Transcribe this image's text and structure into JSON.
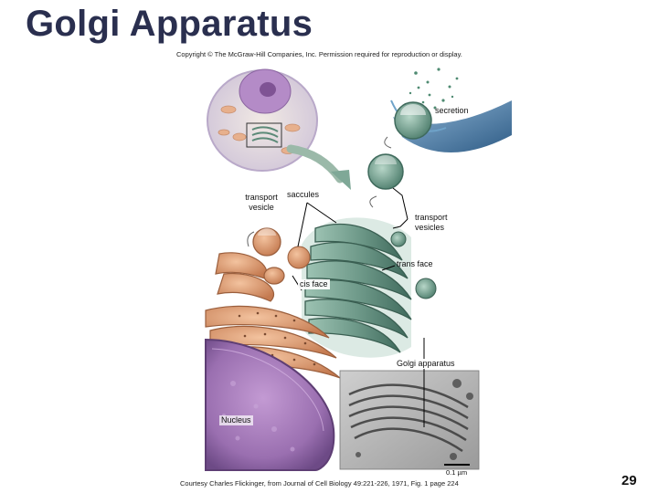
{
  "slide": {
    "title": "Golgi Apparatus",
    "copyright": "Copyright © The McGraw-Hill Companies, Inc. Permission required for reproduction or display.",
    "credit": "Courtesy Charles Flickinger, from Journal of Cell Biology 49:221-226, 1971, Fig. 1 page 224",
    "page_number": "29"
  },
  "labels": {
    "secretion": "secretion",
    "transport_vesicle": "transport vesicle",
    "saccules": "saccules",
    "transport_vesicles": "transport vesicles",
    "trans_face": "trans face",
    "cis_face": "cis face",
    "golgi_apparatus": "Golgi apparatus",
    "nucleus": "Nucleus",
    "scale_bar": "0.1 µm"
  },
  "colors": {
    "title": "#2a2f4f",
    "golgi_green": "#6f9a8a",
    "er_orange": "#d99a72",
    "nucleus_purple": "#9a6fb0",
    "membrane_blue": "#3f6f9a"
  }
}
